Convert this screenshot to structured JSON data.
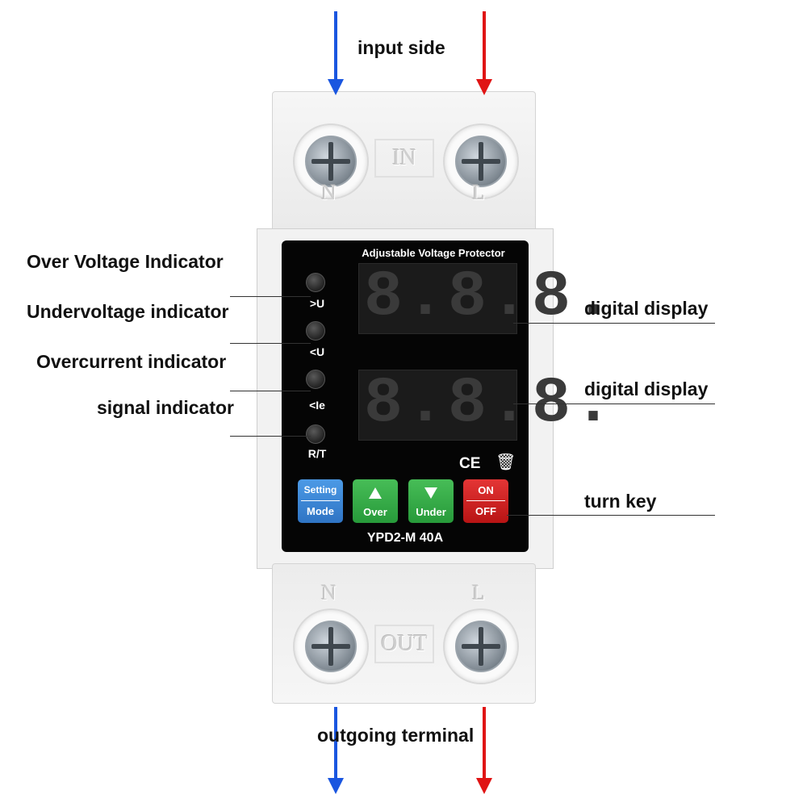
{
  "labels": {
    "input_side": "input side",
    "outgoing_terminal": "outgoing terminal",
    "over_voltage": "Over Voltage Indicator",
    "undervoltage": "Undervoltage indicator",
    "overcurrent": "Overcurrent indicator",
    "signal": "signal indicator",
    "digital_display_1": "digital display",
    "digital_display_2": "digital display",
    "turn_key": "turn key"
  },
  "device": {
    "top_box": "IN",
    "bottom_box": "OUT",
    "top_n": "N",
    "top_l": "L",
    "bottom_n": "N",
    "bottom_l": "L",
    "panel_title": "Adjustable Voltage Protector",
    "led_labels": [
      ">U",
      "<U",
      "<Ie",
      "R/T"
    ],
    "display_top": "8.8.8.",
    "display_bottom": "8.8.8.",
    "ce_mark": "CE",
    "buttons": {
      "setting_top": "Setting",
      "setting_bottom": "Mode",
      "over": "Over",
      "under": "Under",
      "on": "ON",
      "off": "OFF"
    },
    "model": "YPD2-M 40A"
  },
  "colors": {
    "neutral_arrow": "#1a56e0",
    "live_arrow": "#e01414",
    "setting_button": "#3f8ad8",
    "over_under_button": "#34a94a",
    "onoff_button": "#d91f1f"
  }
}
